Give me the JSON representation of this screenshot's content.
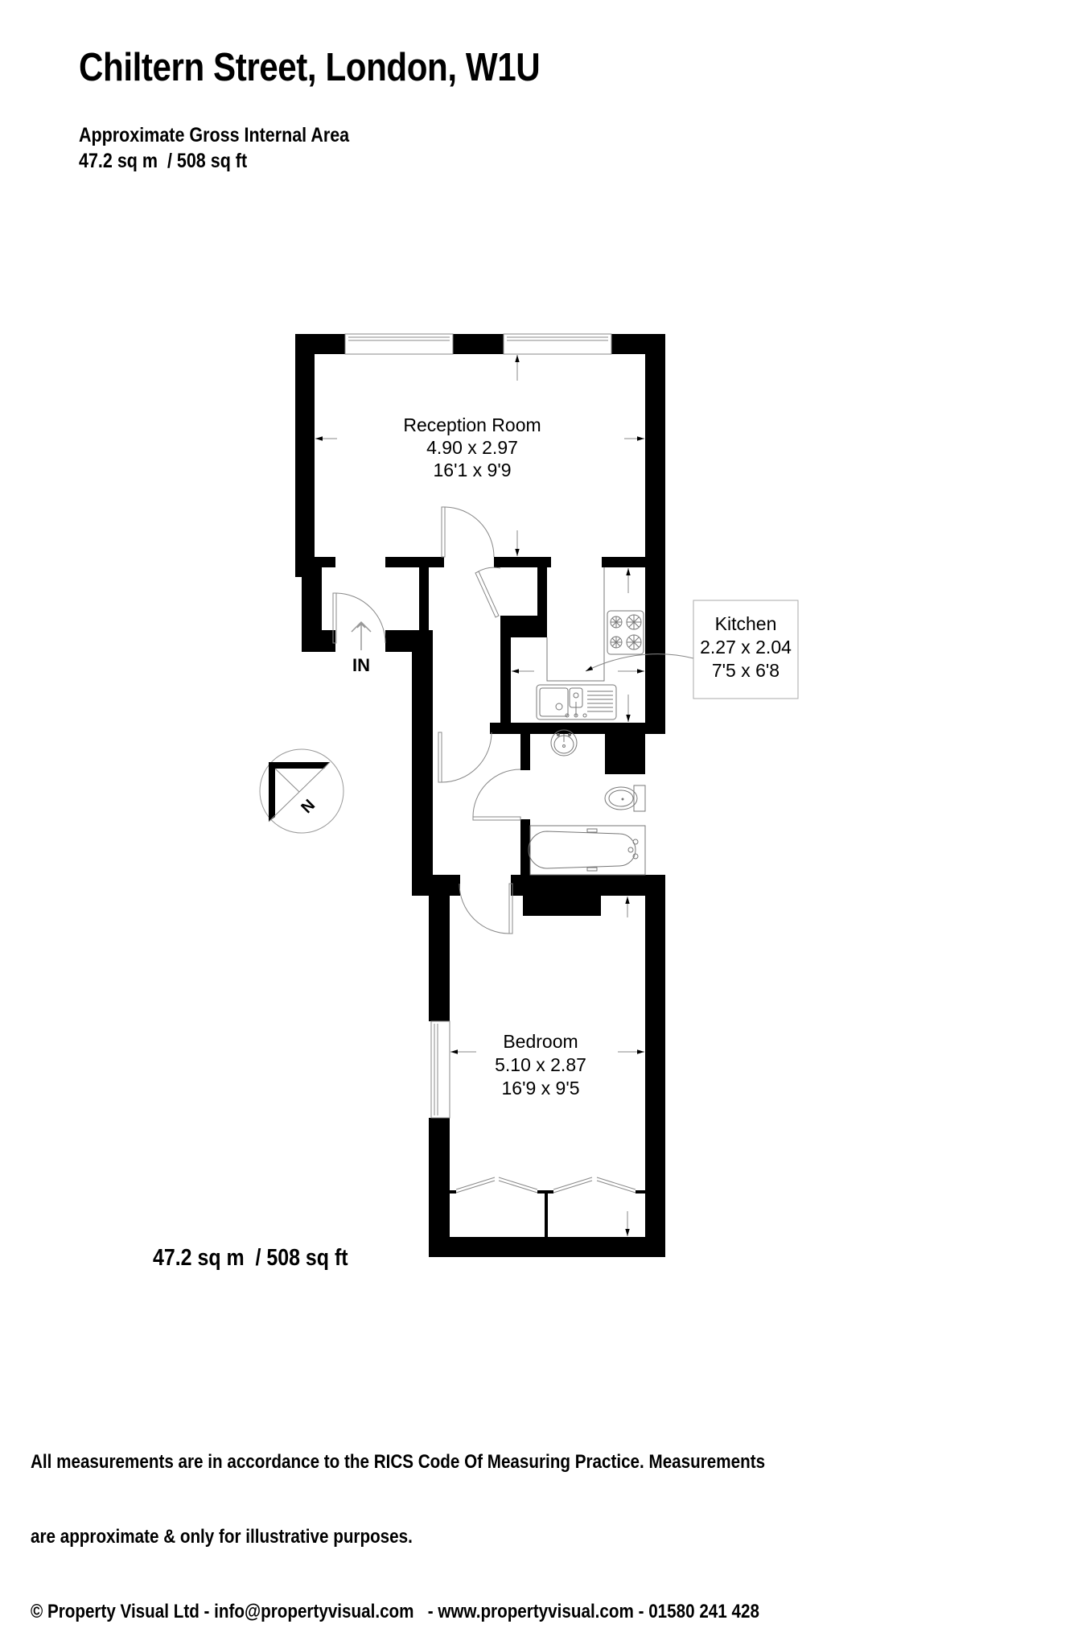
{
  "header": {
    "title": "Chiltern Street, London, W1U",
    "gia_label": "Approximate Gross Internal Area",
    "gia_value": "47.2 sq m  / 508 sq ft"
  },
  "rooms": [
    {
      "name": "Reception Room",
      "metric": "4.90 x 2.97",
      "imperial": "16'1 x 9'9"
    },
    {
      "name": "Kitchen",
      "metric": "2.27 x 2.04",
      "imperial": "7'5 x 6'8"
    },
    {
      "name": "Bedroom",
      "metric": "5.10 x 2.87",
      "imperial": "16'9 x 9'5"
    }
  ],
  "entrance_label": "IN",
  "compass_label": "N",
  "floor_area": "47.2 sq m  / 508 sq ft",
  "footer": {
    "line1": "All measurements are in accordance to the RICS Code Of Measuring Practice. Measurements",
    "line2": "are approximate & only for illustrative purposes.",
    "line3": "© Property Visual Ltd - info@propertyvisual.com   - www.propertyvisual.com - 01580 241 428"
  },
  "colors": {
    "wall": "#000000",
    "fixture_line": "#888888",
    "background": "#ffffff"
  }
}
